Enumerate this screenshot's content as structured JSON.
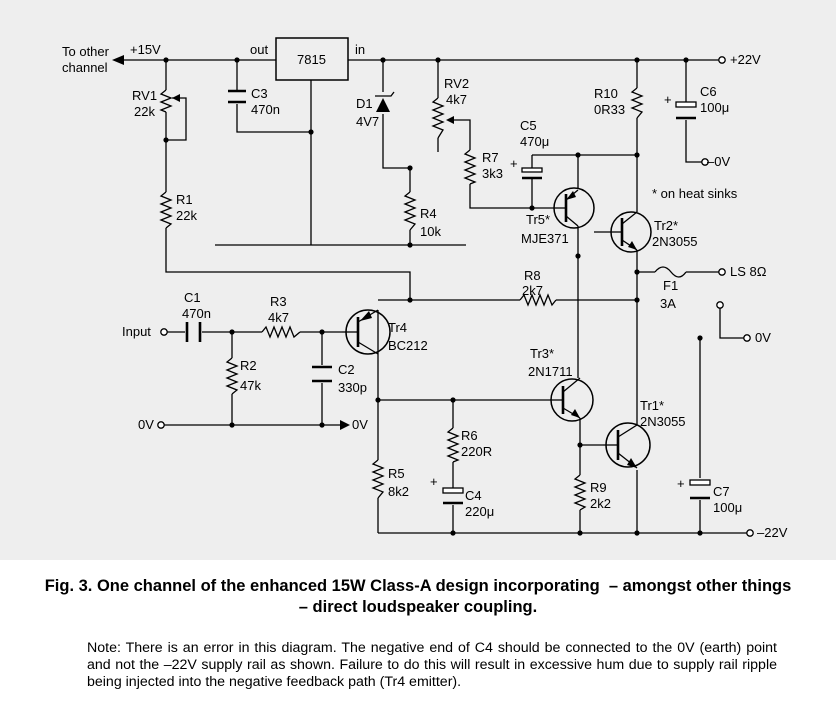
{
  "figure": {
    "caption": "Fig. 3. One channel of the enhanced 15W Class-A design incorporating  – amongst other things – direct loudspeaker coupling.",
    "note": "Note: There is an error in this diagram. The negative end of C4 should be connected to the 0V (earth) point and not the –22V supply rail as shown. Failure to do this will result in excessive hum due to supply rail ripple being injected into the negative feedback path (Tr4 emitter)."
  },
  "schematic": {
    "to_other_channel": [
      "To other",
      "channel"
    ],
    "rail_15v": "+15V",
    "regulator": {
      "name": "7815",
      "out": "out",
      "in": "in"
    },
    "rail_pos22": "+22V",
    "rail_neg22": "–22V",
    "out_0v": "0V",
    "input_0v": "0V",
    "rail_0v_mid": "0V",
    "cap_0v": "–0V",
    "heat_note": "* on heat sinks",
    "input": "Input",
    "speaker": "LS 8Ω",
    "components": {
      "rv1": [
        "RV1",
        "22k"
      ],
      "c3": [
        "C3",
        "470n"
      ],
      "r1": [
        "R1",
        "22k"
      ],
      "d1": [
        "D1",
        "4V7"
      ],
      "rv2": [
        "RV2",
        "4k7"
      ],
      "r4": [
        "R4",
        "10k"
      ],
      "c5": [
        "C5",
        "470μ"
      ],
      "r7": [
        "R7",
        "3k3"
      ],
      "r10": [
        "R10",
        "0R33"
      ],
      "c6": [
        "C6",
        "100μ"
      ],
      "tr5": [
        "Tr5*",
        "MJE371"
      ],
      "tr2": [
        "Tr2*",
        "2N3055"
      ],
      "f1": [
        "F1",
        "3A"
      ],
      "r8": [
        "R8",
        "2k7"
      ],
      "c1": [
        "C1",
        "470n"
      ],
      "r3": [
        "R3",
        "4k7"
      ],
      "tr4": [
        "Tr4",
        "BC212"
      ],
      "r2": [
        "R2",
        "47k"
      ],
      "c2": [
        "C2",
        "330p"
      ],
      "tr3": [
        "Tr3*",
        "2N1711"
      ],
      "tr1": [
        "Tr1*",
        "2N3055"
      ],
      "r6": [
        "R6",
        "220R"
      ],
      "r5": [
        "R5",
        "8k2"
      ],
      "c4": [
        "C4",
        "220μ"
      ],
      "r9": [
        "R9",
        "2k2"
      ],
      "c7": [
        "C7",
        "100μ"
      ]
    }
  }
}
